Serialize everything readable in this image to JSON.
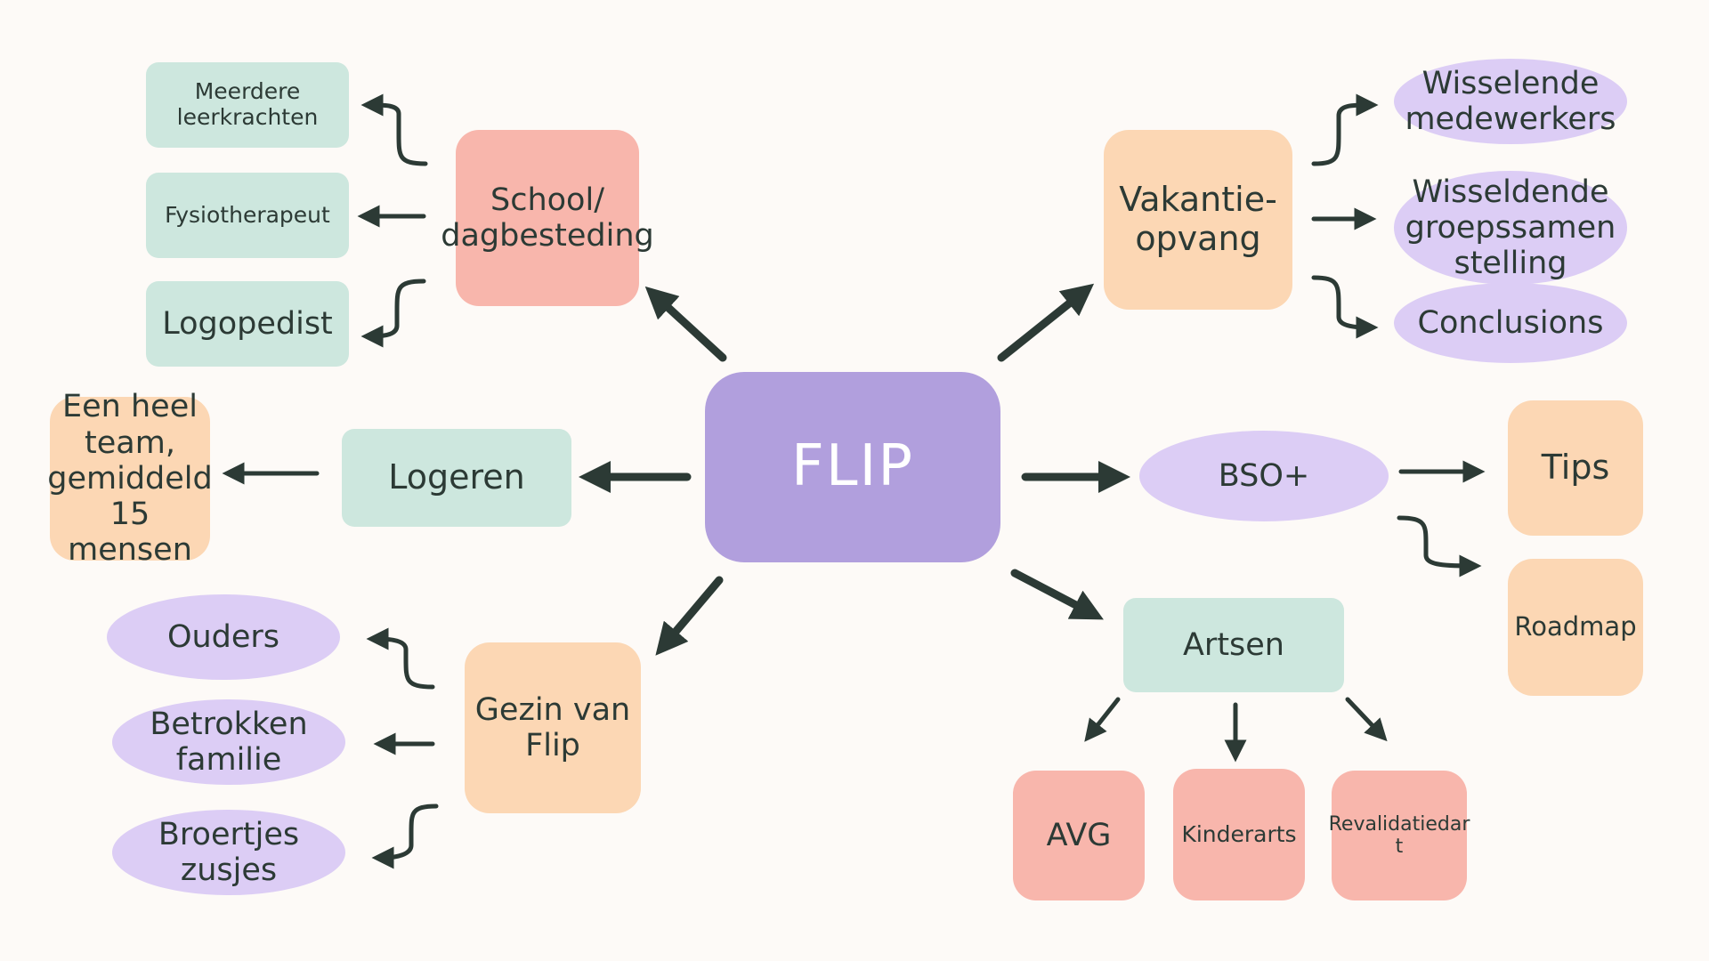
{
  "center": {
    "label": "FLIP"
  },
  "school": {
    "label": "School/\ndagbesteding",
    "children": [
      "Meerdere\nleerkrachten",
      "Fysiotherapeut",
      "Logopedist"
    ]
  },
  "vakantie": {
    "label": "Vakantie-\nopvang",
    "children": [
      "Wisselende\nmedewerkers",
      "Wisseldende\ngroepssamen\nstelling",
      "Conclusions"
    ]
  },
  "logeren": {
    "label": "Logeren",
    "child": "Een heel\nteam,\ngemiddeld\n15 mensen"
  },
  "bso": {
    "label": "BSO+",
    "children": [
      "Tips",
      "Roadmap"
    ]
  },
  "gezin": {
    "label": "Gezin van\nFlip",
    "children": [
      "Ouders",
      "Betrokken\nfamilie",
      "Broertjes\nzusjes"
    ]
  },
  "artsen": {
    "label": "Artsen",
    "children": [
      "AVG",
      "Kinderarts",
      "Revalidatiedar\nt"
    ]
  },
  "colors": {
    "mint": "#cde7de",
    "peach": "#fcd7b4",
    "coral": "#f8b6ac",
    "lavender": "#dccdf5",
    "center": "#b19fdd",
    "arrow": "#2c3a35"
  }
}
